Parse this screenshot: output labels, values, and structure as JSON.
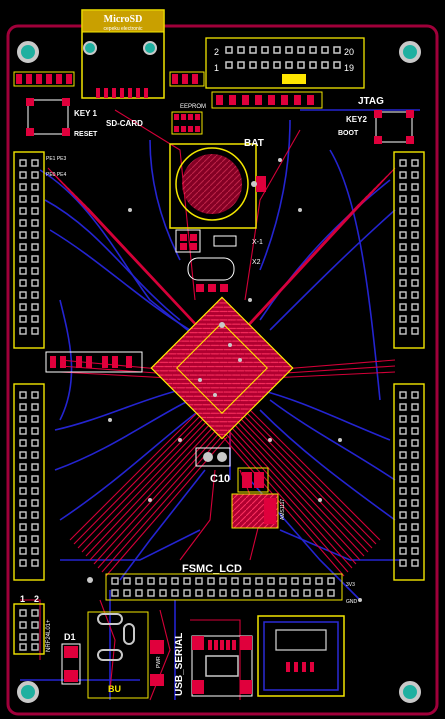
{
  "labels": {
    "microsd": "MicroSD",
    "microsd_sub": "cepeku electronic",
    "key1": "KEY 1",
    "reset": "RESET",
    "sdcard": "SD-CARD",
    "eeprom": "EEPROM",
    "bat": "BAT",
    "jtag": "JTAG",
    "key2": "KEY2",
    "boot": "BOOT",
    "x1": "X-1",
    "x2": "X2",
    "c10": "C10",
    "fsmc_lcd": "FSMC_LCD",
    "usb_serial": "USB_SERIAL",
    "nrf": "NRF24L01+",
    "d1": "D1",
    "bu": "BU",
    "pwr": "PWR",
    "ams": "AMS1117",
    "header_2": "2",
    "header_20": "20",
    "header_1": "1",
    "header_19": "19",
    "nrf_1": "1",
    "nrf_2": "2",
    "pe_top": "PE1 PE3",
    "pe_bot": "PE0 PE4",
    "gnd": "GND",
    "v33": "3V3"
  },
  "colors": {
    "board": "#000000",
    "red_copper": "#e0003c",
    "blue_copper": "#2a2ad6",
    "silk": "#ffffff",
    "outline": "#f2e600",
    "pad": "#c9c9c9",
    "mount": "#1fb0a0"
  }
}
